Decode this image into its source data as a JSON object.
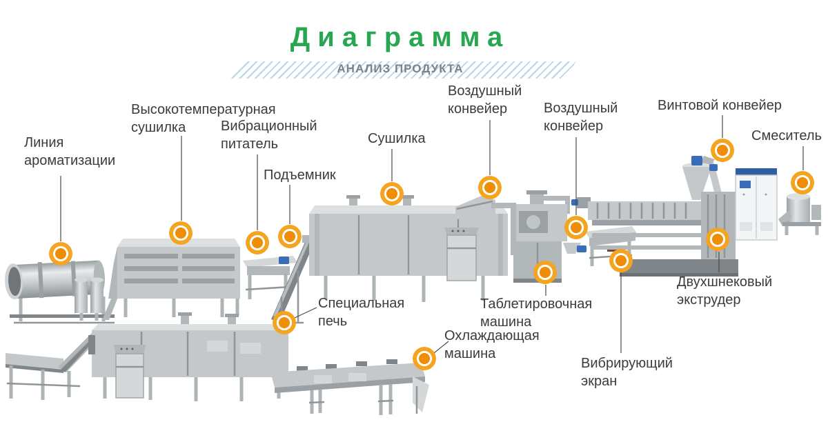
{
  "header": {
    "title": "Диаграмма",
    "subtitle": "АНАЛИЗ ПРОДУКТА"
  },
  "colors": {
    "title_green": "#29a651",
    "subtitle_gray": "#7b838c",
    "hatch_blue": "#b9d6e7",
    "marker_ring_orange": "#f4a41f",
    "marker_core_orange": "#f08c05",
    "label_text": "#3b3b3b",
    "machine_gray": "#c4c8ca",
    "machine_accent_blue": "#3a6db8"
  },
  "stations": [
    {
      "id": "flavoring-line",
      "label": "Линия\nароматизации"
    },
    {
      "id": "ht-dryer",
      "label": "Высокотемпературная\nсушилка"
    },
    {
      "id": "vibrating-feeder",
      "label": "Вибрационный\nпитатель"
    },
    {
      "id": "lift",
      "label": "Подъемник"
    },
    {
      "id": "dryer",
      "label": "Сушилка"
    },
    {
      "id": "air-conveyor-1",
      "label": "Воздушный\nконвейер"
    },
    {
      "id": "air-conveyor-2",
      "label": "Воздушный\nконвейер"
    },
    {
      "id": "screw-conveyor",
      "label": "Винтовой конвейер"
    },
    {
      "id": "mixer",
      "label": "Смеситель"
    },
    {
      "id": "special-oven",
      "label": "Специальная\nпечь"
    },
    {
      "id": "tableting-machine",
      "label": "Таблетировочная\nмашина"
    },
    {
      "id": "cooling-machine",
      "label": "Охлаждающая\nмашина"
    },
    {
      "id": "twin-screw-extruder",
      "label": "Двухшнековый\nэкструдер"
    },
    {
      "id": "vibrating-screen",
      "label": "Вибрирующий\nэкран"
    }
  ]
}
